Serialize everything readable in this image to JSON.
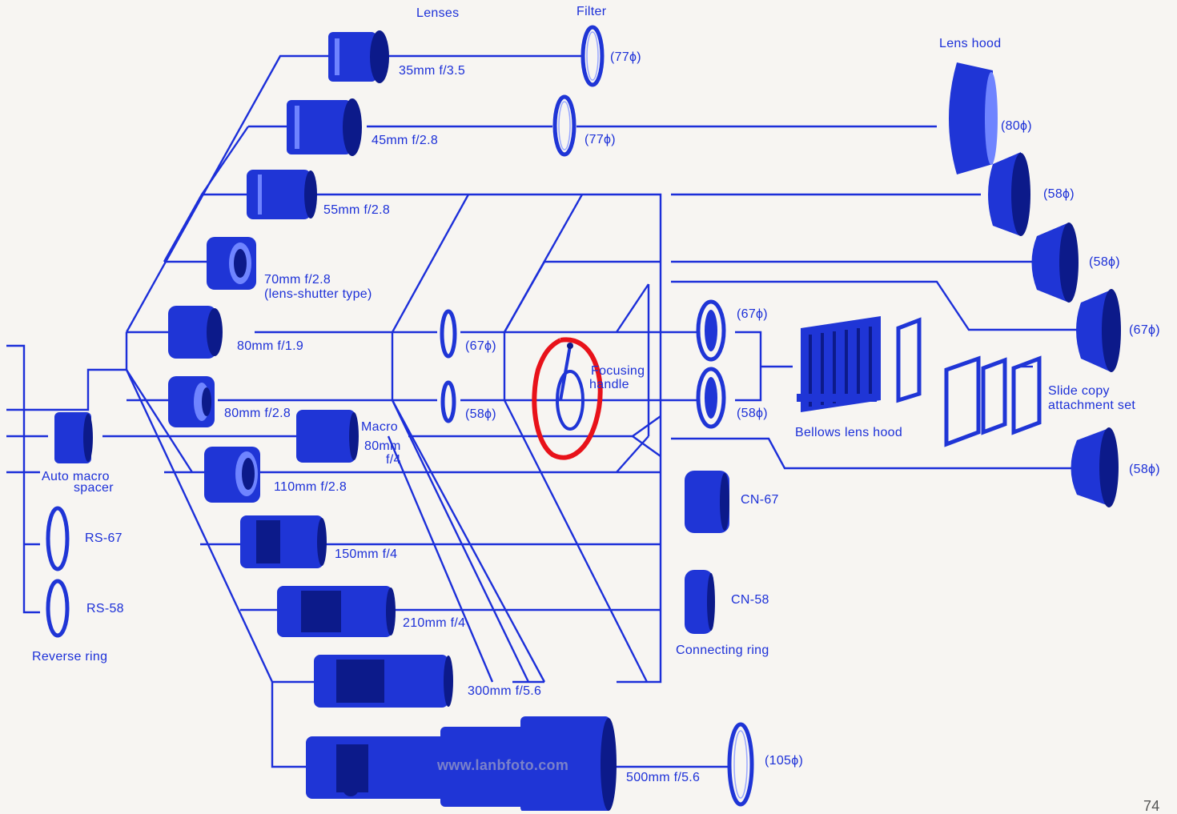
{
  "headers": {
    "lenses": "Lenses",
    "filter": "Filter",
    "lens_hood": "Lens hood",
    "reverse_ring": "Reverse ring",
    "connecting_ring": "Connecting ring"
  },
  "lenses": [
    {
      "label": "35mm f/3.5"
    },
    {
      "label": "45mm f/2.8"
    },
    {
      "label": "55mm f/2.8"
    },
    {
      "label": "70mm f/2.8",
      "sub": "(lens-shutter type)"
    },
    {
      "label": "80mm f/1.9"
    },
    {
      "label": "80mm f/2.8"
    },
    {
      "label": "Macro",
      "sub": "80mm",
      "sub2": "f/4"
    },
    {
      "label": "110mm f/2.8"
    },
    {
      "label": "150mm f/4"
    },
    {
      "label": "210mm f/4"
    },
    {
      "label": "300mm f/5.6"
    },
    {
      "label": "500mm f/5.6"
    }
  ],
  "filters": [
    "(77ϕ)",
    "(77ϕ)",
    "(67ϕ)",
    "(58ϕ)",
    "(105ϕ)"
  ],
  "hoods": [
    "(80ϕ)",
    "(58ϕ)",
    "(58ϕ)",
    "(67ϕ)",
    "(58ϕ)"
  ],
  "adapters": [
    "(67ϕ)",
    "(58ϕ)"
  ],
  "accessories": {
    "auto_macro_spacer_line1": "Auto macro",
    "auto_macro_spacer_line2": "spacer",
    "rs67": "RS-67",
    "rs58": "RS-58",
    "focusing_handle_line1": "Focusing",
    "focusing_handle_line2": "handle",
    "cn67": "CN-67",
    "cn58": "CN-58",
    "bellows_lens_hood": "Bellows lens hood",
    "slide_copy_line1": "Slide copy",
    "slide_copy_line2": "attachment set"
  },
  "watermark": "www.lanbfoto.com",
  "page_number": "74",
  "colors": {
    "ink": "#1c2fd9",
    "paper": "#f7f5f2",
    "annotation": "#e8121a"
  }
}
